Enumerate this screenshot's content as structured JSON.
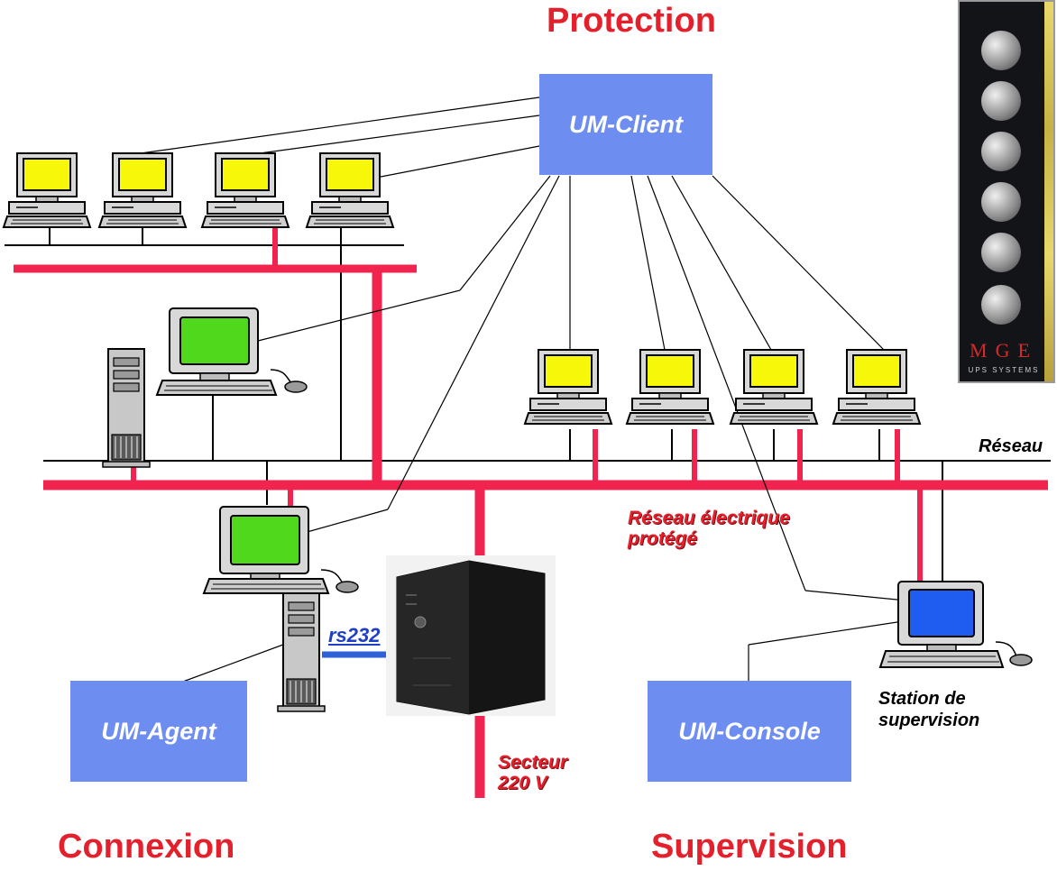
{
  "titles": {
    "protection": "Protection",
    "connexion": "Connexion",
    "supervision": "Supervision"
  },
  "boxes": {
    "um_client": "UM-Client",
    "um_agent": "UM-Agent",
    "um_console": "UM-Console"
  },
  "labels": {
    "reseau": "Réseau",
    "reseau_electrique": [
      "Réseau électrique",
      "protégé"
    ],
    "rs232": "rs232",
    "secteur": [
      "Secteur",
      "220 V"
    ],
    "station": [
      "Station de",
      "supervision"
    ]
  },
  "mge_panel": {
    "logo": "MGE",
    "subtitle": "UPS SYSTEMS",
    "icons": [
      "computer-icon",
      "alarm-icon",
      "settings-icon",
      "clock-icon",
      "search-icon",
      "on-off-switch-icon"
    ]
  },
  "colors": {
    "title_red": "#e3202c",
    "power_line": "#f0244f",
    "box_blue": "#6d8df0",
    "client_screen": "#f7f70a",
    "server_screen": "#4fd81c",
    "console_screen": "#1f5df0",
    "serial_link": "#3060d8"
  }
}
